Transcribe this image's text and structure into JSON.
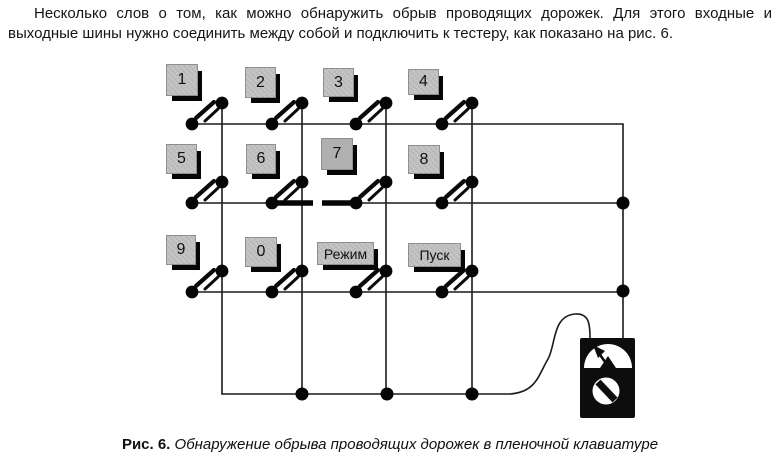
{
  "document": {
    "paragraph": "Несколько слов о том, как можно обнаружить обрыв проводящих дорожек. Для этого входные и выходные шины нужно соединить между собой и подключить к тестеру, как показано на рис. 6.",
    "caption_label": "Рис. 6.",
    "caption_text": " Обнаружение обрыва проводящих дорожек в пленочной клавиатуре"
  },
  "figure": {
    "keys": [
      {
        "label": "1"
      },
      {
        "label": "2"
      },
      {
        "label": "3"
      },
      {
        "label": "4"
      },
      {
        "label": "5"
      },
      {
        "label": "6"
      },
      {
        "label": "7"
      },
      {
        "label": "8"
      },
      {
        "label": "9"
      },
      {
        "label": "0"
      },
      {
        "label": "Режим"
      },
      {
        "label": "Пуск"
      }
    ],
    "icons": {
      "tester": "analog-tester-icon",
      "needle": "meter-needle-icon",
      "knob": "rotary-knob-icon"
    },
    "colors": {
      "line": "#1a1a1a",
      "dot": "#050505",
      "key_bg": "#c6c6c6",
      "key_bg_dark": "#b0b0b0",
      "key_shadow": "#060606",
      "tester_body": "#0d0d0d"
    }
  }
}
